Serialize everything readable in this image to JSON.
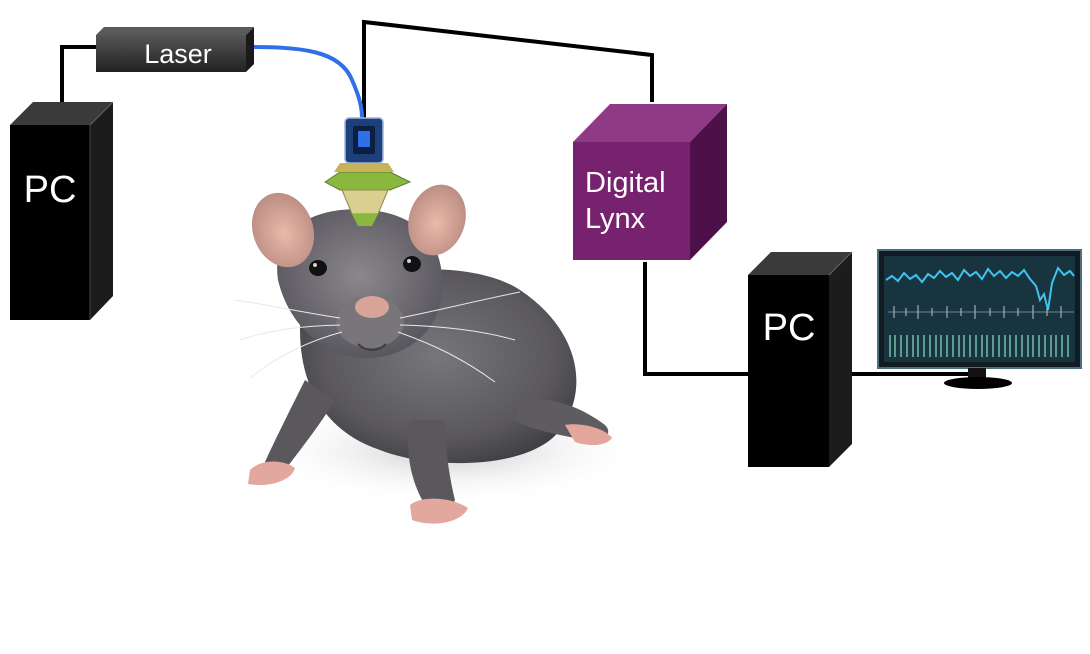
{
  "labels": {
    "laser": "Laser",
    "pc_left": "PC",
    "digital_lynx_line1": "Digital",
    "digital_lynx_line2": "Lynx",
    "pc_right": "PC"
  },
  "colors": {
    "tower": "#000000",
    "laser_box": "#333333",
    "lynx_front": "#76226f",
    "lynx_top": "#8e3a85",
    "lynx_side": "#4e1049",
    "fiber": "#2f6fe8",
    "cable": "#000000",
    "screen_bg": "#18343e",
    "trace": "#3fc4ef"
  },
  "icons": {
    "animal": "rat-illustration",
    "implant": "optogenetic-headstage-icon",
    "monitor": "monitor-icon"
  }
}
